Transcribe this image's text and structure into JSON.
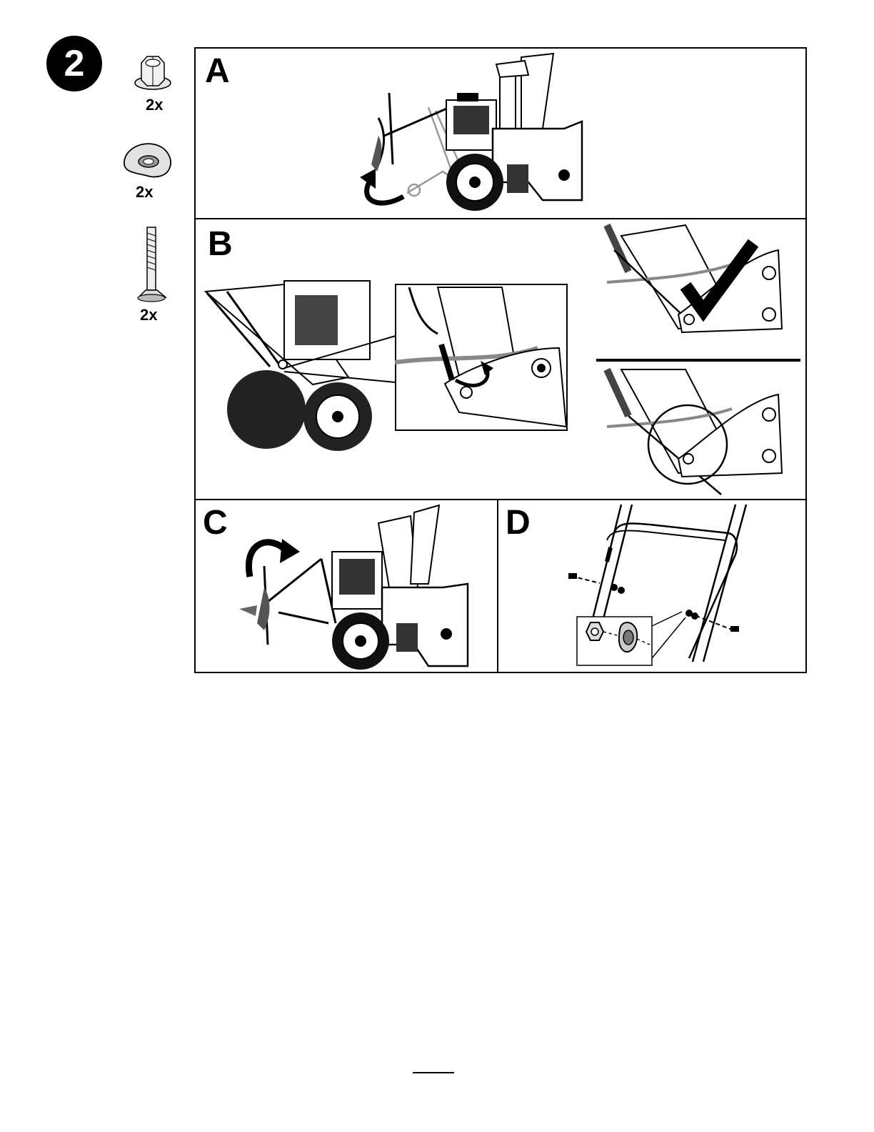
{
  "step": {
    "number": "2"
  },
  "parts": [
    {
      "icon": "flange-nut-icon",
      "quantity": "2x"
    },
    {
      "icon": "cam-washer-icon",
      "quantity": "2x"
    },
    {
      "icon": "carriage-bolt-icon",
      "quantity": "2x"
    }
  ],
  "panels": {
    "a": {
      "label": "A"
    },
    "b": {
      "label": "B"
    },
    "c": {
      "label": "C"
    },
    "d": {
      "label": "D"
    }
  }
}
